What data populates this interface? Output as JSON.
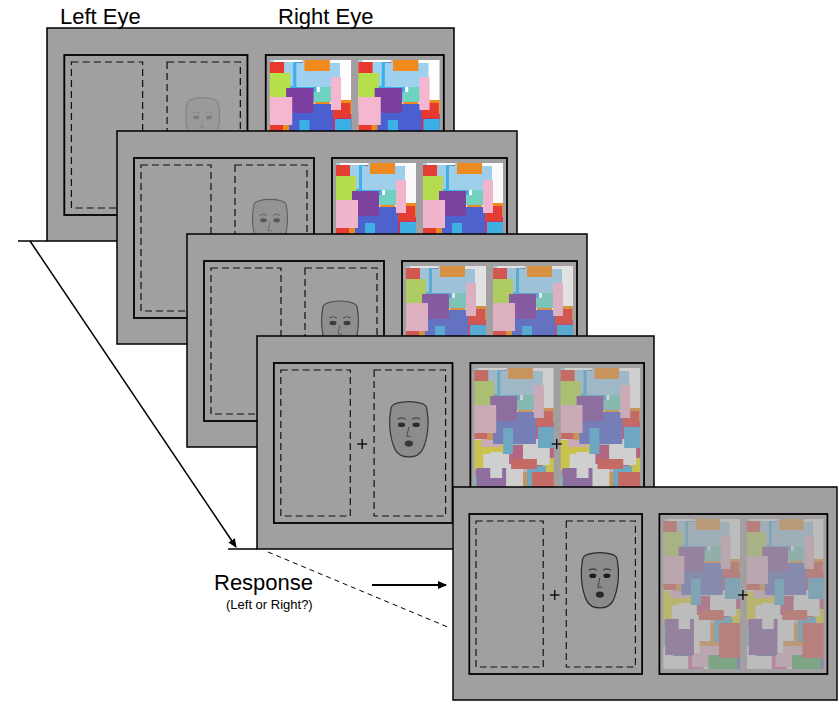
{
  "diagram": {
    "labels": [
      "Left Eye",
      "Right Eye",
      "Response",
      "(Left or Right?)"
    ]
  }
}
